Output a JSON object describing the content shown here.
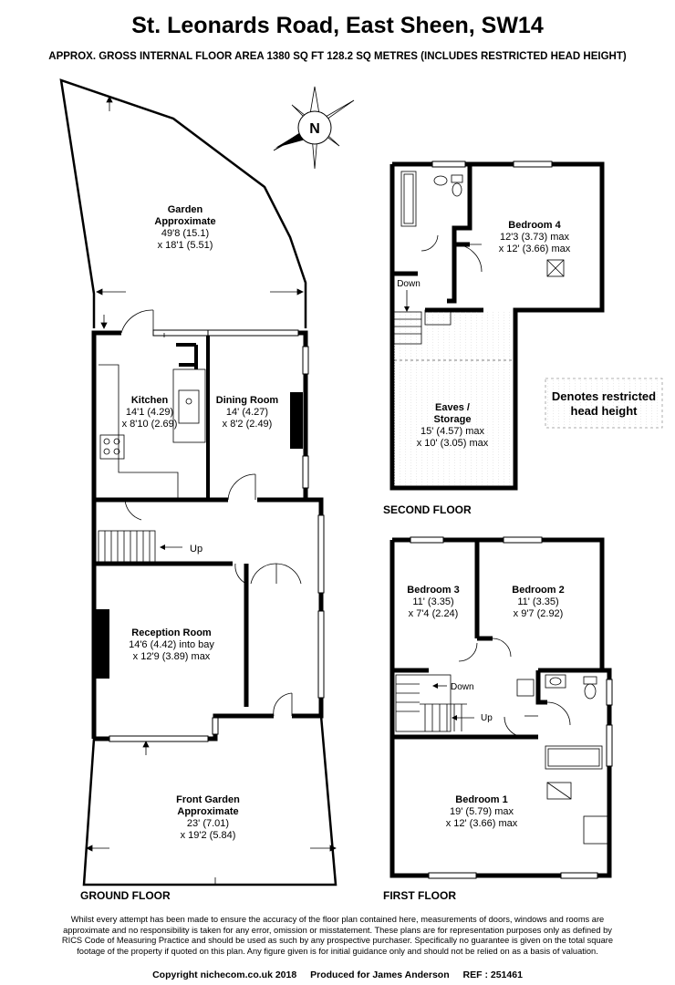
{
  "header": {
    "title": "St. Leonards Road, East Sheen, SW14",
    "subtitle": "APPROX. GROSS INTERNAL FLOOR AREA 1380 SQ FT 128.2 SQ METRES (INCLUDES RESTRICTED HEAD HEIGHT)"
  },
  "compass": {
    "letter": "N"
  },
  "floors": {
    "ground": "GROUND FLOOR",
    "first": "FIRST FLOOR",
    "second": "SECOND FLOOR"
  },
  "rooms": {
    "garden": {
      "name": "Garden",
      "name2": "Approximate",
      "dim1": "49'8 (15.1)",
      "dim2": "x 18'1 (5.51)"
    },
    "kitchen": {
      "name": "Kitchen",
      "dim1": "14'1 (4.29)",
      "dim2": "x 8'10 (2.69)"
    },
    "dining": {
      "name": "Dining Room",
      "dim1": "14' (4.27)",
      "dim2": "x 8'2 (2.49)"
    },
    "reception": {
      "name": "Reception Room",
      "dim1": "14'6 (4.42) into bay",
      "dim2": "x 12'9 (3.89) max"
    },
    "front_garden": {
      "name": "Front Garden",
      "name2": "Approximate",
      "dim1": "23' (7.01)",
      "dim2": "x 19'2 (5.84)"
    },
    "bedroom4": {
      "name": "Bedroom 4",
      "dim1": "12'3 (3.73) max",
      "dim2": "x 12' (3.66) max"
    },
    "eaves": {
      "name": "Eaves /",
      "name2": "Storage",
      "dim1": "15' (4.57) max",
      "dim2": "x 10' (3.05) max"
    },
    "bedroom3": {
      "name": "Bedroom 3",
      "dim1": "11' (3.35)",
      "dim2": "x 7'4 (2.24)"
    },
    "bedroom2": {
      "name": "Bedroom 2",
      "dim1": "11' (3.35)",
      "dim2": "x 9'7 (2.92)"
    },
    "bedroom1": {
      "name": "Bedroom 1",
      "dim1": "19' (5.79) max",
      "dim2": "x 12' (3.66) max"
    }
  },
  "stairs": {
    "up": "Up",
    "down": "Down"
  },
  "legend": {
    "line1": "Denotes restricted",
    "line2": "head height"
  },
  "disclaimer": "Whilst every attempt has been made to ensure the accuracy of the floor plan contained here, measurements of doors, windows and rooms are approximate and no responsibility is taken for any error, omission or misstatement. These plans are for representation purposes only as defined by RICS Code of Measuring Practice and should be used as such by any prospective purchaser. Specifically no guarantee is given on the total square footage of the property if quoted on this plan. Any figure given is for initial guidance only and should not be relied on as a basis of valuation.",
  "footer": {
    "copyright": "Copyright nichecom.co.uk 2018",
    "produced": "Produced for James Anderson",
    "ref": "REF :  251461"
  }
}
